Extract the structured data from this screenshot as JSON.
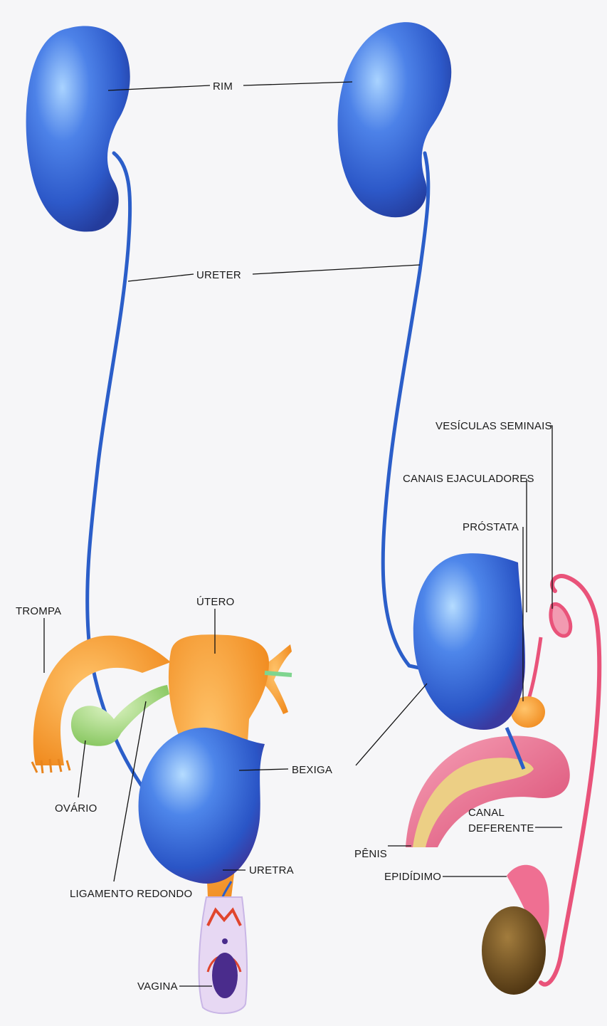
{
  "labels": {
    "rim": "RIM",
    "ureter": "URETER",
    "vesiculas_seminais": "VESÍCULAS SEMINAIS",
    "canais_ejaculadores": "CANAIS EJACULADORES",
    "prostata": "PRÓSTATA",
    "trompa": "TROMPA",
    "utero": "ÚTERO",
    "bexiga": "BEXIGA",
    "ovario": "OVÁRIO",
    "canal_deferente_1": "CANAL",
    "canal_deferente_2": "DEFERENTE",
    "uretra": "URETRA",
    "penis": "PÊNIS",
    "ligamento_redondo": "LIGAMENTO REDONDO",
    "epididimo": "EPIDÍDIMO",
    "vagina": "VAGINA"
  },
  "colors": {
    "organ_blue": "#2f5fd0",
    "organ_blue_light": "#7fb0ff",
    "organ_blue_dark": "#1d3f9e",
    "uterus_orange": "#f59a2e",
    "ovary_green": "#9bd07a",
    "vas_pink": "#e9537a",
    "penis_pink": "#e56b8c",
    "penis_tan": "#e9c36e",
    "testis_brown": "#6b4a1e",
    "vagina_lilac": "#c9b6e6",
    "vagina_dark": "#4a2c8c"
  }
}
